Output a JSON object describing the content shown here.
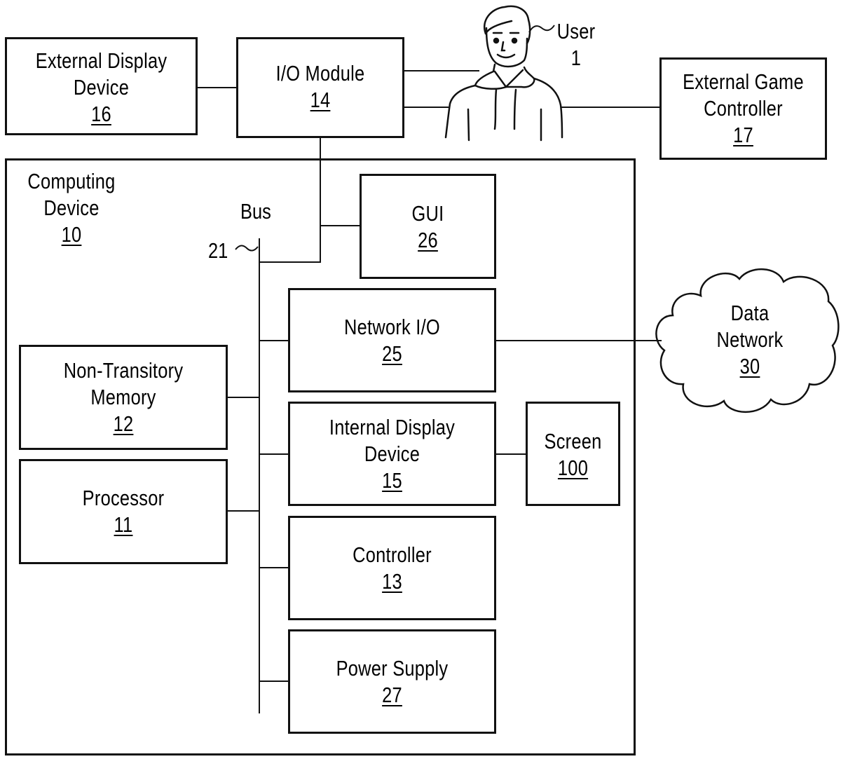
{
  "diagram": {
    "type": "patent block diagram",
    "nodes": {
      "external_display": {
        "name_lines": [
          "External Display",
          "Device"
        ],
        "ref": "16"
      },
      "io_module": {
        "name_lines": [
          "I/O Module"
        ],
        "ref": "14"
      },
      "user": {
        "name": "User",
        "ref": "1"
      },
      "external_game_controller": {
        "name_lines": [
          "External Game",
          "Controller"
        ],
        "ref": "17"
      },
      "computing_device": {
        "name_lines": [
          "Computing",
          "Device"
        ],
        "ref": "10"
      },
      "bus": {
        "name": "Bus",
        "ref": "21",
        "ref_connector": "~"
      },
      "gui": {
        "name_lines": [
          "GUI"
        ],
        "ref": "26"
      },
      "network_io": {
        "name_lines": [
          "Network I/O"
        ],
        "ref": "25"
      },
      "data_network": {
        "name_lines": [
          "Data",
          "Network"
        ],
        "ref": "30"
      },
      "memory": {
        "name_lines": [
          "Non-Transitory",
          "Memory"
        ],
        "ref": "12"
      },
      "internal_display": {
        "name_lines": [
          "Internal Display",
          "Device"
        ],
        "ref": "15"
      },
      "screen": {
        "name_lines": [
          "Screen"
        ],
        "ref": "100"
      },
      "processor": {
        "name_lines": [
          "Processor"
        ],
        "ref": "11"
      },
      "controller": {
        "name_lines": [
          "Controller"
        ],
        "ref": "13"
      },
      "power_supply": {
        "name_lines": [
          "Power Supply"
        ],
        "ref": "27"
      }
    },
    "connections": [
      [
        "external_display",
        "io_module"
      ],
      [
        "io_module",
        "user"
      ],
      [
        "user",
        "external_game_controller"
      ],
      [
        "io_module",
        "bus"
      ],
      [
        "bus",
        "gui"
      ],
      [
        "bus",
        "network_io"
      ],
      [
        "network_io",
        "data_network"
      ],
      [
        "bus",
        "memory"
      ],
      [
        "bus",
        "internal_display"
      ],
      [
        "internal_display",
        "screen"
      ],
      [
        "bus",
        "processor"
      ],
      [
        "bus",
        "controller"
      ],
      [
        "bus",
        "power_supply"
      ]
    ]
  }
}
